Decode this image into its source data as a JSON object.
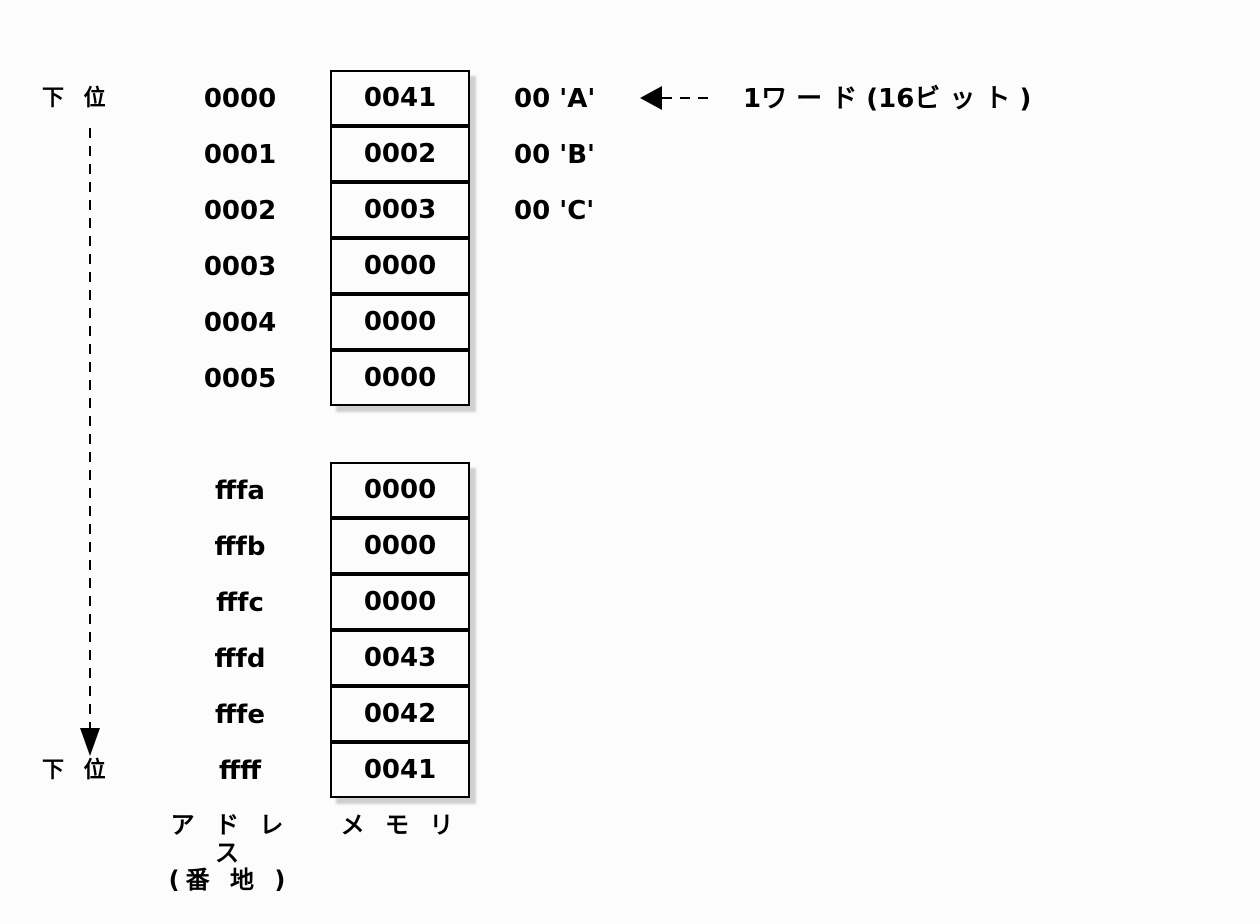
{
  "axis": {
    "top_label": "下 位",
    "bottom_label": "下 位"
  },
  "top_block": {
    "rows": [
      {
        "address": "0000",
        "value": "0041",
        "ascii": "00 'A'"
      },
      {
        "address": "0001",
        "value": "0002",
        "ascii": "00 'B'"
      },
      {
        "address": "0002",
        "value": "0003",
        "ascii": "00 'C'"
      },
      {
        "address": "0003",
        "value": "0000",
        "ascii": ""
      },
      {
        "address": "0004",
        "value": "0000",
        "ascii": ""
      },
      {
        "address": "0005",
        "value": "0000",
        "ascii": ""
      }
    ]
  },
  "bottom_block": {
    "rows": [
      {
        "address": "fffa",
        "value": "0000"
      },
      {
        "address": "fffb",
        "value": "0000"
      },
      {
        "address": "fffc",
        "value": "0000"
      },
      {
        "address": "fffd",
        "value": "0043"
      },
      {
        "address": "fffe",
        "value": "0042"
      },
      {
        "address": "ffff",
        "value": "0041"
      }
    ]
  },
  "annotation": {
    "word_label": "1ワ ー ド (16ビ ッ ト )"
  },
  "footer": {
    "address_label_line1": "ア ド レ ス",
    "address_label_line2": "(番 地 )",
    "memory_label": "メ モ リ"
  }
}
